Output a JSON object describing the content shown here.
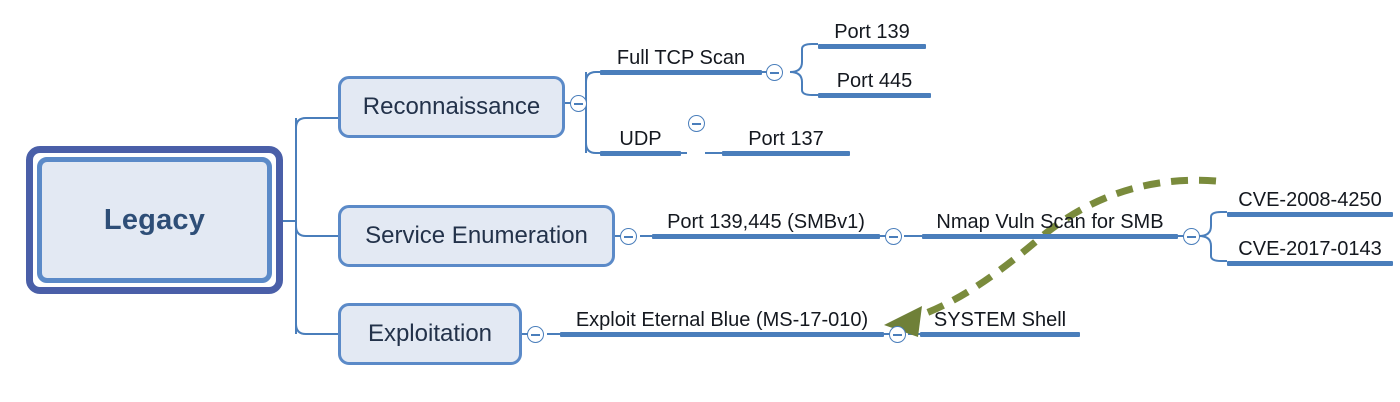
{
  "diagram": {
    "title": "Legacy",
    "type": "mind-map",
    "colors": {
      "root_outer_border": "#4A5FA8",
      "root_inner_border": "#5B8AC8",
      "node_fill": "#E3E9F3",
      "node_border": "#5B8AC8",
      "topic_bar": "#4A7EBB",
      "connector": "#4A7EBB",
      "relationship_arrow": "#7A8B3C",
      "root_text": "#2E4E77",
      "topic_text": "#14181f",
      "canvas": "#ffffff"
    }
  },
  "root": {
    "label": "Legacy"
  },
  "branches": [
    {
      "id": "reconnaissance",
      "label": "Reconnaissance",
      "children": [
        {
          "id": "full-tcp-scan",
          "label": "Full TCP Scan",
          "children": [
            {
              "id": "port-139",
              "label": "Port 139"
            },
            {
              "id": "port-445",
              "label": "Port 445"
            }
          ]
        },
        {
          "id": "udp",
          "label": "UDP",
          "children": [
            {
              "id": "port-137",
              "label": "Port 137"
            }
          ]
        }
      ]
    },
    {
      "id": "service-enumeration",
      "label": "Service Enumeration",
      "children": [
        {
          "id": "port-139-445-smbv1",
          "label": "Port 139,445 (SMBv1)",
          "children": [
            {
              "id": "nmap-vuln-scan",
              "label": "Nmap Vuln Scan for SMB",
              "children": [
                {
                  "id": "cve-2008-4250",
                  "label": "CVE-2008-4250"
                },
                {
                  "id": "cve-2017-0143",
                  "label": "CVE-2017-0143"
                }
              ]
            }
          ]
        }
      ]
    },
    {
      "id": "exploitation",
      "label": "Exploitation",
      "children": [
        {
          "id": "exploit-eternal-blue",
          "label": "Exploit Eternal Blue (MS-17-010)",
          "children": [
            {
              "id": "system-shell",
              "label": "SYSTEM Shell"
            }
          ]
        }
      ]
    }
  ],
  "toggles": [
    {
      "id": "toggle-reconnaissance"
    },
    {
      "id": "toggle-full-tcp-scan"
    },
    {
      "id": "toggle-udp"
    },
    {
      "id": "toggle-service-enumeration"
    },
    {
      "id": "toggle-port-139-445-smbv1"
    },
    {
      "id": "toggle-nmap-vuln-scan"
    },
    {
      "id": "toggle-exploitation"
    },
    {
      "id": "toggle-exploit-eternal-blue"
    }
  ],
  "relationship": {
    "id": "relationship-nmap-to-eternalblue",
    "style": "dashed-curved-arrow"
  }
}
